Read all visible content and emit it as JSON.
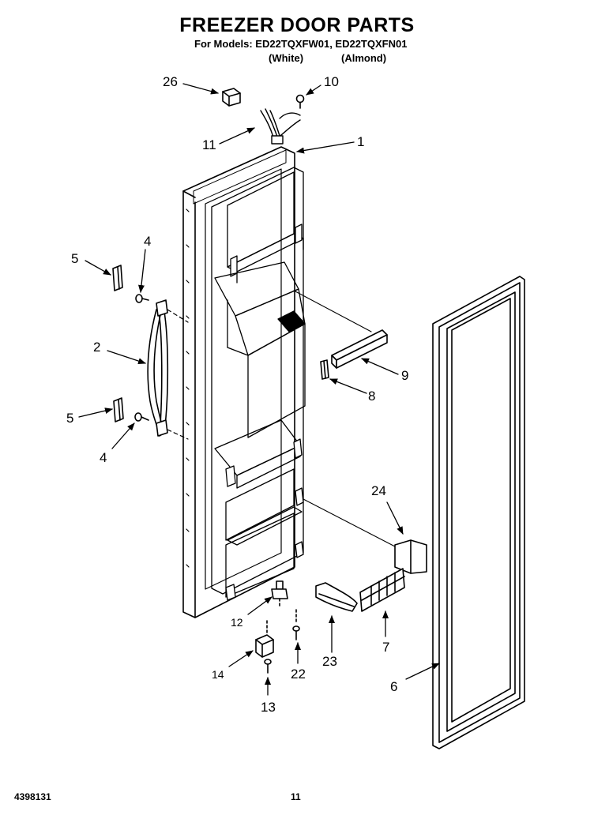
{
  "header": {
    "title": "FREEZER DOOR PARTS",
    "models": "For Models: ED22TQXFW01, ED22TQXFN01",
    "variant_white": "(White)",
    "variant_almond": "(Almond)"
  },
  "callouts": {
    "c26": "26",
    "c10": "10",
    "c11": "11",
    "c1": "1",
    "c5a": "5",
    "c4a": "4",
    "c2": "2",
    "c5b": "5",
    "c4b": "4",
    "c9": "9",
    "c8": "8",
    "c24": "24",
    "c12": "12",
    "c14": "14",
    "c13": "13",
    "c22": "22",
    "c23": "23",
    "c7": "7",
    "c6": "6"
  },
  "footer": {
    "doc_number": "4398131",
    "page_number": "11"
  }
}
